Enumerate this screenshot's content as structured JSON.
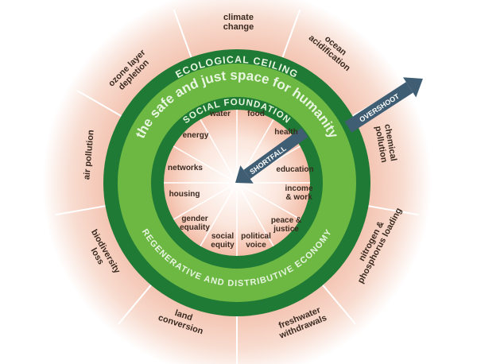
{
  "colors": {
    "dark_green": "#1f7a35",
    "light_green": "#6cb843",
    "halo": "#f2b9a4",
    "arrow": "#3f5d73",
    "text": "#3a2a20"
  },
  "rings": {
    "ecological_ceiling": "ECOLOGICAL CEILING",
    "safe_space": "the safe and just space for humanity",
    "social_foundation": "SOCIAL FOUNDATION",
    "economy": "REGENERATIVE AND DISTRIBUTIVE ECONOMY"
  },
  "arrows": {
    "overshoot": "OVERSHOOT",
    "shortfall": "SHORTFALL"
  },
  "ecological": [
    {
      "l1": "climate",
      "l2": "change"
    },
    {
      "l1": "ocean",
      "l2": "acidification"
    },
    {
      "l1": "chemical",
      "l2": "pollution"
    },
    {
      "l1": "nitrogen &",
      "l2": "phosphorus loading"
    },
    {
      "l1": "freshwater",
      "l2": "withdrawals"
    },
    {
      "l1": "land",
      "l2": "conversion"
    },
    {
      "l1": "biodiversity",
      "l2": "loss"
    },
    {
      "l1": "air pollution",
      "l2": ""
    },
    {
      "l1": "ozone layer",
      "l2": "depletion"
    }
  ],
  "social": [
    {
      "l1": "water",
      "l2": ""
    },
    {
      "l1": "food",
      "l2": ""
    },
    {
      "l1": "health",
      "l2": ""
    },
    {
      "l1": "education",
      "l2": ""
    },
    {
      "l1": "income",
      "l2": "& work"
    },
    {
      "l1": "peace &",
      "l2": "justice"
    },
    {
      "l1": "political",
      "l2": "voice"
    },
    {
      "l1": "social",
      "l2": "equity"
    },
    {
      "l1": "gender",
      "l2": "equality"
    },
    {
      "l1": "housing",
      "l2": ""
    },
    {
      "l1": "networks",
      "l2": ""
    },
    {
      "l1": "energy",
      "l2": ""
    }
  ]
}
